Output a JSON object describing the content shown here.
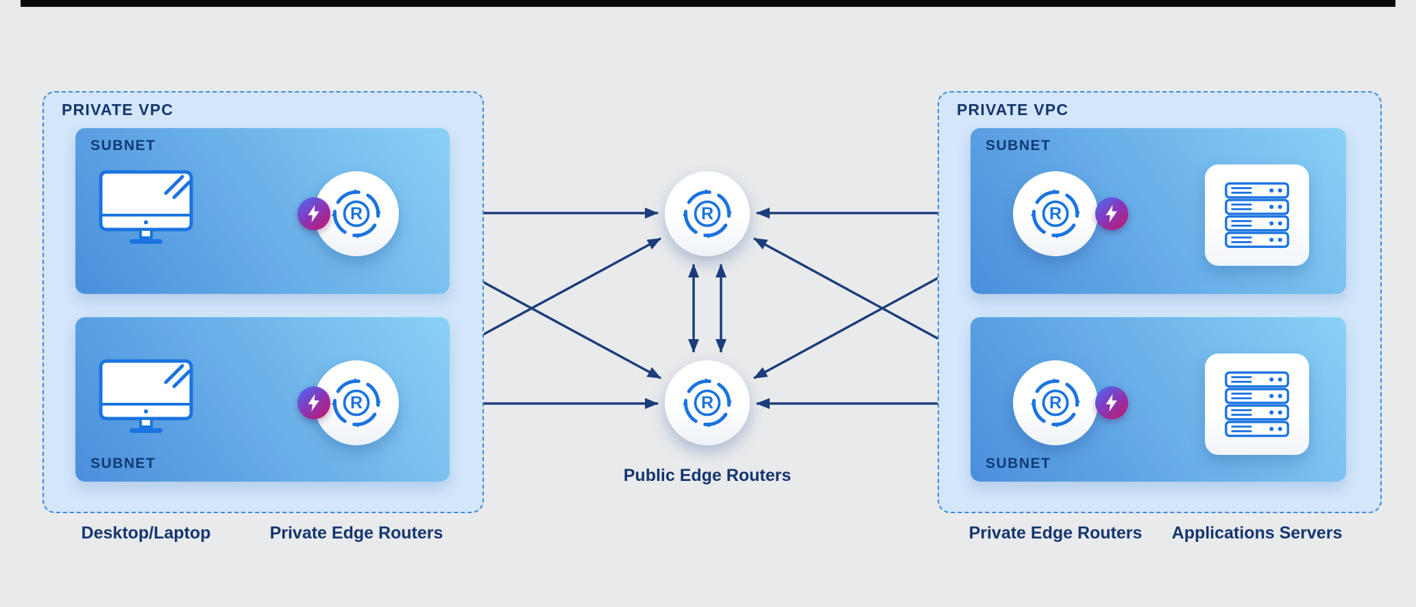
{
  "diagram": {
    "left_vpc": {
      "title": "PRIVATE VPC",
      "subnet_top": "SUBNET",
      "subnet_bottom": "SUBNET"
    },
    "right_vpc": {
      "title": "PRIVATE VPC",
      "subnet_top": "SUBNET",
      "subnet_bottom": "SUBNET"
    },
    "router_letter": "R",
    "captions": {
      "desktop_laptop": "Desktop/Laptop",
      "private_edge_routers_left": "Private Edge Routers",
      "public_edge_routers": "Public Edge Routers",
      "private_edge_routers_right": "Private Edge Routers",
      "applications_servers": "Applications Servers"
    },
    "icons": {
      "router": "circular-arrows-router-icon",
      "lightning": "lightning-bolt-badge-icon",
      "desktop": "desktop-monitor-icon",
      "server": "server-rack-icon"
    },
    "colors": {
      "background": "#e8eaec",
      "top_bar": "#0a0a0a",
      "vpc_fill": "#d3e6fa",
      "vpc_border": "#3d87d9",
      "subnet_gradient": [
        "#4a8fdc",
        "#8ad1f6"
      ],
      "label_navy": "#15356e",
      "arrow_navy": "#1c3d7c",
      "icon_blue": "#1a73e0",
      "badge_gradient": [
        "#4a6af0",
        "#c0186b"
      ]
    }
  }
}
